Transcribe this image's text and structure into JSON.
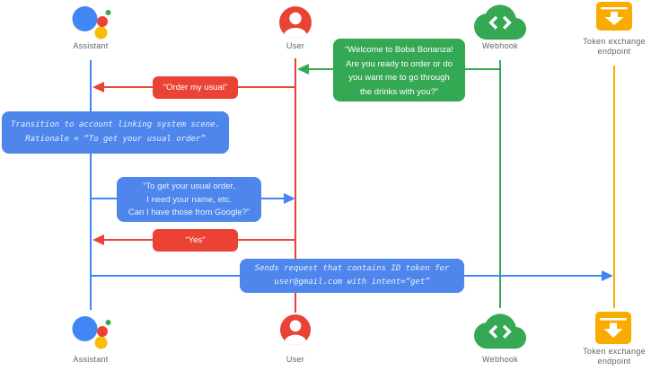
{
  "diagram_type": "sequence-diagram",
  "colors": {
    "blue": "#4285f4",
    "blue_box": "#4e86ec",
    "red": "#ea4335",
    "green": "#34a853",
    "amber": "#f9ab00",
    "label_gray": "#5f6368",
    "box_text_light": "#e8f0fe",
    "box_text_white": "#ffffff"
  },
  "actors": {
    "assistant": {
      "label": "Assistant",
      "icon": "google-assistant-logo"
    },
    "user": {
      "label": "User",
      "icon": "user-account-circle"
    },
    "webhook": {
      "label": "Webhook",
      "icon": "cloud-code-icon"
    },
    "token": {
      "lines": [
        "Token exchange",
        "endpoint"
      ],
      "icon": "archive-download-icon"
    }
  },
  "messages": {
    "welcome": {
      "from": "webhook",
      "to": "user",
      "color": "green",
      "lines": [
        "“Welcome to Boba Bonanza!",
        "Are you ready to order or do",
        "you want me to go through",
        "the drinks with you?”"
      ]
    },
    "order": {
      "from": "user",
      "to": "assistant",
      "color": "red",
      "text": "“Order my usual”"
    },
    "transition": {
      "type": "system-note",
      "color": "blue",
      "lines": [
        "Transition to account linking system scene.",
        "Rationale = “To get your usual order”"
      ]
    },
    "ask": {
      "from": "assistant",
      "to": "user",
      "color": "blue",
      "lines": [
        "“To get your usual order,",
        "I need your name, etc.",
        "Can I have those from Google?”"
      ]
    },
    "yes": {
      "from": "user",
      "to": "assistant",
      "color": "red",
      "text": "“Yes”"
    },
    "sends": {
      "from": "assistant",
      "to": "token",
      "color": "blue",
      "lines": [
        "Sends request that contains ID token for",
        "user@gmail.com with intent=“get”"
      ]
    }
  }
}
